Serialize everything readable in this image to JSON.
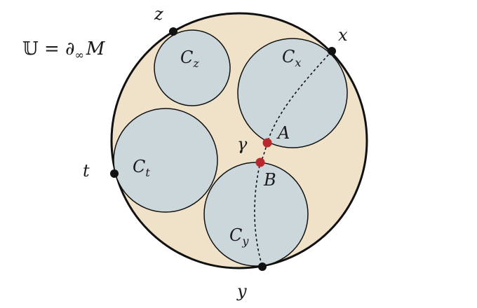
{
  "colors": {
    "disk_fill": "#efe2c8",
    "circle_fill": "#cbd7db",
    "stroke": "#111111",
    "ideal_point": "#111111",
    "geodesic_point": "#b8282e"
  },
  "title_formula": {
    "lhs": "𝕌",
    "eq": " = ∂",
    "sub": "∞",
    "rhs": "M"
  },
  "circles": {
    "cz": {
      "label": "C",
      "sub": "z"
    },
    "cx": {
      "label": "C",
      "sub": "x"
    },
    "ct": {
      "label": "C",
      "sub": "t"
    },
    "cy": {
      "label": "C",
      "sub": "y"
    }
  },
  "points": {
    "z": "z",
    "x": "x",
    "t": "t",
    "y": "y",
    "a": "A",
    "b": "B"
  },
  "geodesic_label": "γ"
}
